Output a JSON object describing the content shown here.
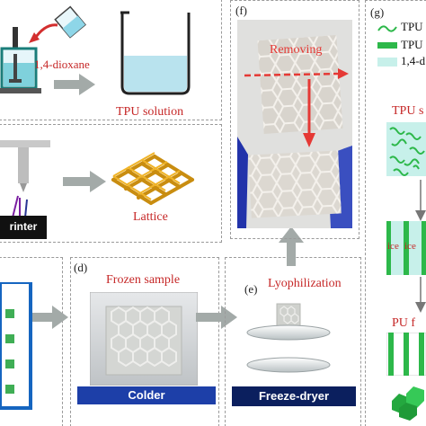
{
  "panel_a": {
    "solvent_label": "1,4-dioxane",
    "solution_label": "TPU solution"
  },
  "panel_b": {
    "printer_label": "rinter",
    "lattice_label": "Lattice"
  },
  "panel_d": {
    "letter": "(d)",
    "title": "Frozen sample",
    "bar_label": "Colder"
  },
  "panel_e": {
    "letter": "(e)",
    "title": "Lyophilization",
    "bar_label": "Freeze-dryer"
  },
  "panel_f": {
    "letter": "(f)",
    "removing_label": "Removing"
  },
  "panel_g": {
    "letter": "(g)",
    "legend": [
      "TPU",
      "TPU",
      "1,4-d"
    ],
    "tpu_label": "TPU s",
    "ice_label": "ice",
    "pu_label": "PU f"
  },
  "colors": {
    "accent_red": "#c62828",
    "arrow_gray": "#a3aaa8",
    "bar_blue": "#1d3fa8",
    "bar_navy": "#0b1f5e",
    "fiber_green": "#2db84a"
  }
}
